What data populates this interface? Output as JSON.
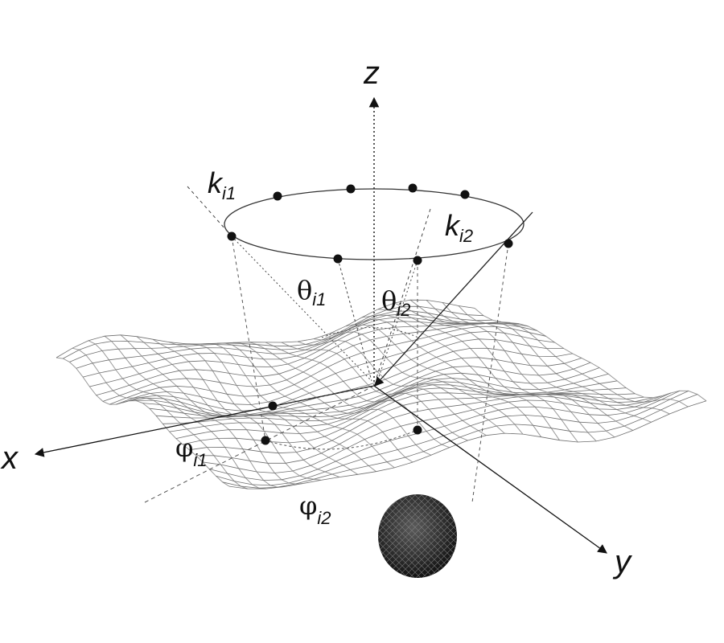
{
  "axes": {
    "z_label": "z",
    "x_label": "x",
    "y_label": "y"
  },
  "incidence": {
    "k1": {
      "symbol": "k",
      "subscript": "i1"
    },
    "k2": {
      "symbol": "k",
      "subscript": "i2"
    },
    "theta1": {
      "symbol": "θ",
      "subscript": "i1"
    },
    "theta2": {
      "symbol": "θ",
      "subscript": "i2"
    },
    "phi1": {
      "symbol": "φ",
      "subscript": "i1"
    },
    "phi2": {
      "symbol": "φ",
      "subscript": "i2"
    }
  },
  "colors": {
    "ink": "#111111",
    "mesh": "#9a9a9a",
    "mesh_dark": "#6e6e6e",
    "sphere": "#2b2b2b"
  }
}
